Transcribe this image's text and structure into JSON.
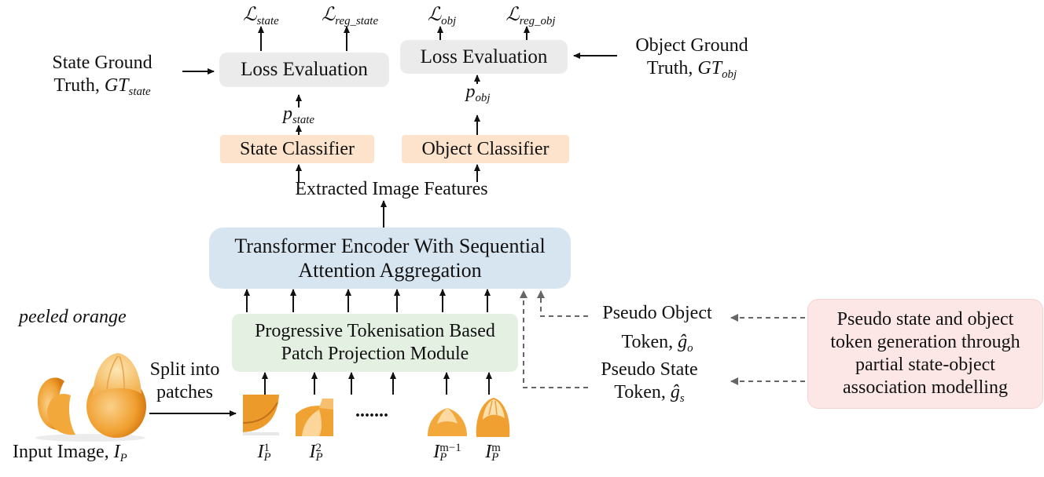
{
  "loss_labels": {
    "state": {
      "symbol": "ℒ",
      "sub": "state"
    },
    "reg_state": {
      "symbol": "ℒ",
      "sub": "reg_state"
    },
    "obj": {
      "symbol": "ℒ",
      "sub": "obj"
    },
    "reg_obj": {
      "symbol": "ℒ",
      "sub": "reg_obj"
    }
  },
  "loss_evaluation_state": "Loss Evaluation",
  "loss_evaluation_obj": "Loss Evaluation",
  "state_ground_truth": {
    "line1": "State Ground",
    "line2": "Truth,",
    "symbol": "GT",
    "sub": "state"
  },
  "object_ground_truth": {
    "line1": "Object Ground",
    "line2": "Truth,",
    "symbol": "GT",
    "sub": "obj"
  },
  "p_state": {
    "symbol": "p",
    "sub": "state"
  },
  "p_obj": {
    "symbol": "p",
    "sub": "obj"
  },
  "state_classifier": "State Classifier",
  "object_classifier": "Object Classifier",
  "extracted_features": "Extracted Image Features",
  "transformer": {
    "line1": "Transformer Encoder With Sequential",
    "line2": "Attention Aggregation"
  },
  "tokenisation": {
    "line1": "Progressive Tokenisation Based",
    "line2": "Patch Projection Module"
  },
  "pseudo_object": {
    "line1": "Pseudo Object",
    "line2": "Token,",
    "symbol": "ĝ",
    "sub": "o"
  },
  "pseudo_state": {
    "line1": "Pseudo State",
    "line2": "Token,",
    "symbol": "ĝ",
    "sub": "s"
  },
  "pseudo_generation": {
    "line1": "Pseudo state and object",
    "line2": "token generation through",
    "line3": "partial state-object",
    "line4": "association modelling"
  },
  "caption_class": "peeled orange",
  "split_label": {
    "line1": "Split into",
    "line2": "patches"
  },
  "input_image": {
    "text": "Input Image,",
    "symbol": "I",
    "sub": "P"
  },
  "ellipsis": ".......",
  "patch_labels": [
    {
      "symbol": "I",
      "sup": "1",
      "sub": "P"
    },
    {
      "symbol": "I",
      "sup": "2",
      "sub": "P"
    },
    {
      "symbol": "I",
      "sup": "m−1",
      "sub": "P"
    },
    {
      "symbol": "I",
      "sup": "m",
      "sub": "P"
    }
  ],
  "colors": {
    "gray_box": "#ebebeb",
    "classifier_box": "#fde3cc",
    "transformer_box": "#d7e5f0",
    "tokenisation_box": "#e4f1e2",
    "pseudo_box": "#fde6e6",
    "orange": "#f0a030",
    "dashed_arrow": "#666666"
  }
}
